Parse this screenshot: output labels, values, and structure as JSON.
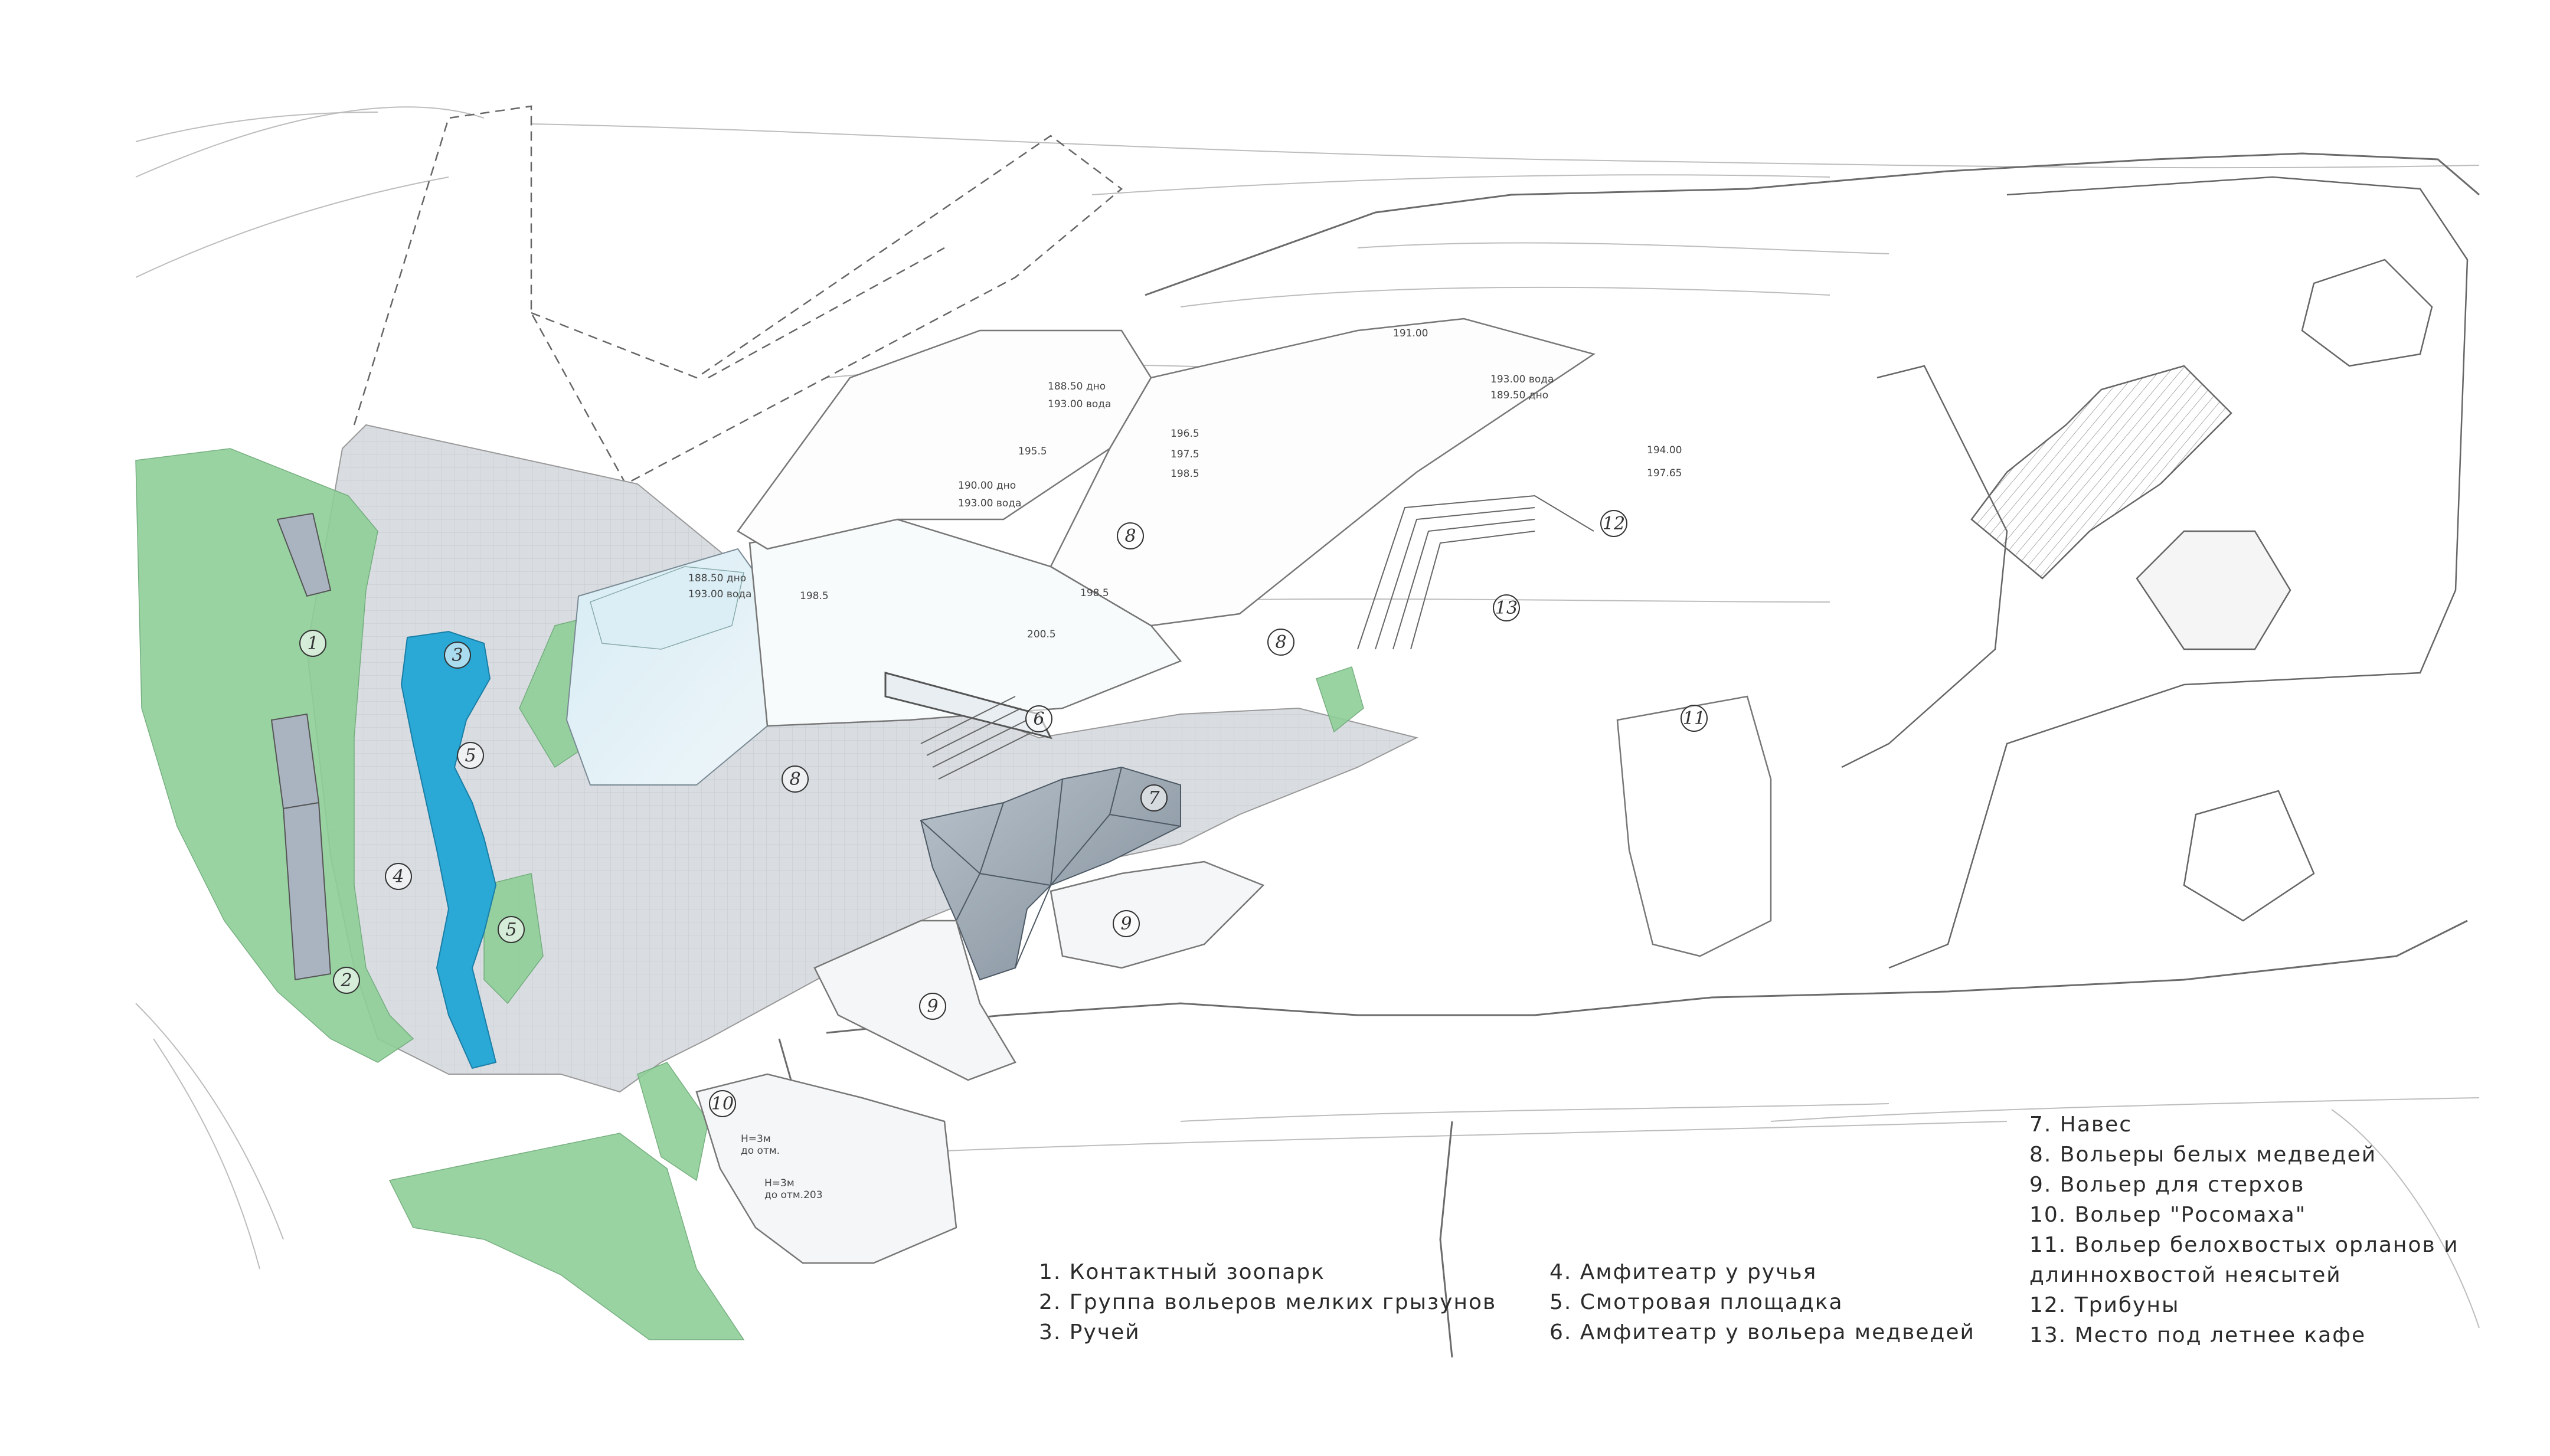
{
  "zones": [
    {
      "id": "1",
      "kind": "contact-zoo"
    },
    {
      "id": "2",
      "kind": "rodent-enclosures"
    },
    {
      "id": "3",
      "kind": "stream"
    },
    {
      "id": "4",
      "kind": "amphitheatre-stream"
    },
    {
      "id": "5",
      "kind": "viewing-platform"
    },
    {
      "id": "6",
      "kind": "amphitheatre-bears"
    },
    {
      "id": "7",
      "kind": "canopy"
    },
    {
      "id": "8",
      "kind": "polar-bears"
    },
    {
      "id": "9",
      "kind": "bustards"
    },
    {
      "id": "10",
      "kind": "wolverine"
    },
    {
      "id": "11",
      "kind": "eagles-stork"
    },
    {
      "id": "12",
      "kind": "tribunes"
    },
    {
      "id": "13",
      "kind": "summer-cafe"
    }
  ],
  "legend": {
    "col1": [
      "1. Контактный зоопарк",
      "2. Группа вольеров мелких грызунов",
      "3. Ручей"
    ],
    "col2": [
      "4. Амфитеатр у ручья",
      "5. Смотровая площадка",
      "6. Амфитеатр у вольера медведей"
    ],
    "col3": [
      "7. Навес",
      "8. Вольеры белых медведей",
      "9. Вольер для стерхов",
      "10. Вольер \"Росомаха\"",
      "11. Вольер белохвостых орланов и",
      "длиннохвостой неясытей",
      "12. Трибуны",
      "13. Место под летнее кафе"
    ]
  },
  "elevations": {
    "bear_pool_bottom_1": "188.50 дно",
    "bear_pool_water_1": "193.00 вода",
    "bear_pool_bottom_2": "190.00 дно",
    "bear_pool_water_2": "193.00 вода",
    "bear_pool_left_bottom": "188.50 дно",
    "bear_pool_left_water": "193.00 вода",
    "upper_water": "193.00 вода",
    "upper_bottom": "189.50 дно",
    "marks": [
      "196.5",
      "197.5",
      "198.5",
      "194.00",
      "197.65",
      "195.5",
      "198.5",
      "200.5",
      "198.5",
      "191.00",
      "Н=3м",
      "до отм.",
      "Н=3м",
      "до отм.203"
    ]
  },
  "colors": {
    "green": "#7ec28a",
    "water": "#2aa9d6",
    "paving": "#d4d8dc",
    "glass": "#9aa7b3",
    "line": "#555555"
  }
}
